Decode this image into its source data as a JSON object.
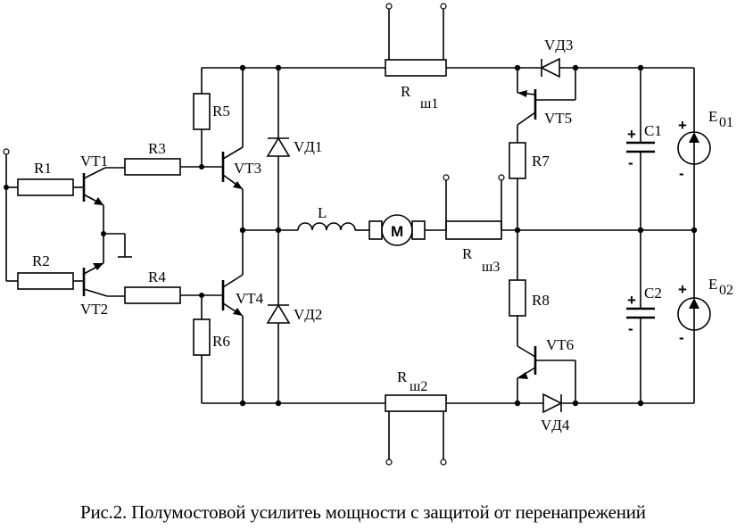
{
  "labels": {
    "R1": "R1",
    "R2": "R2",
    "R3": "R3",
    "R4": "R4",
    "R5": "R5",
    "R6": "R6",
    "R7": "R7",
    "R8": "R8",
    "VT1": "VT1",
    "VT2": "VT2",
    "VT3": "VT3",
    "VT4": "VT4",
    "VT5": "VT5",
    "VT6": "VT6",
    "VD1": "VД1",
    "VD2": "VД2",
    "VD3": "VД3",
    "VD4": "VД4",
    "L": "L",
    "M": "M",
    "R_main": "R",
    "Rsh1_sub": "ш1",
    "Rsh2_sub": "ш2",
    "Rsh3_sub": "ш3",
    "C1": "C1",
    "C2": "C2",
    "E": "E",
    "E01_sub": "01",
    "E02_sub": "02",
    "plus": "+",
    "minus": "-"
  },
  "caption": "Рис.2. Полумостовой усилитеь мощности с защитой от перенапрежений"
}
